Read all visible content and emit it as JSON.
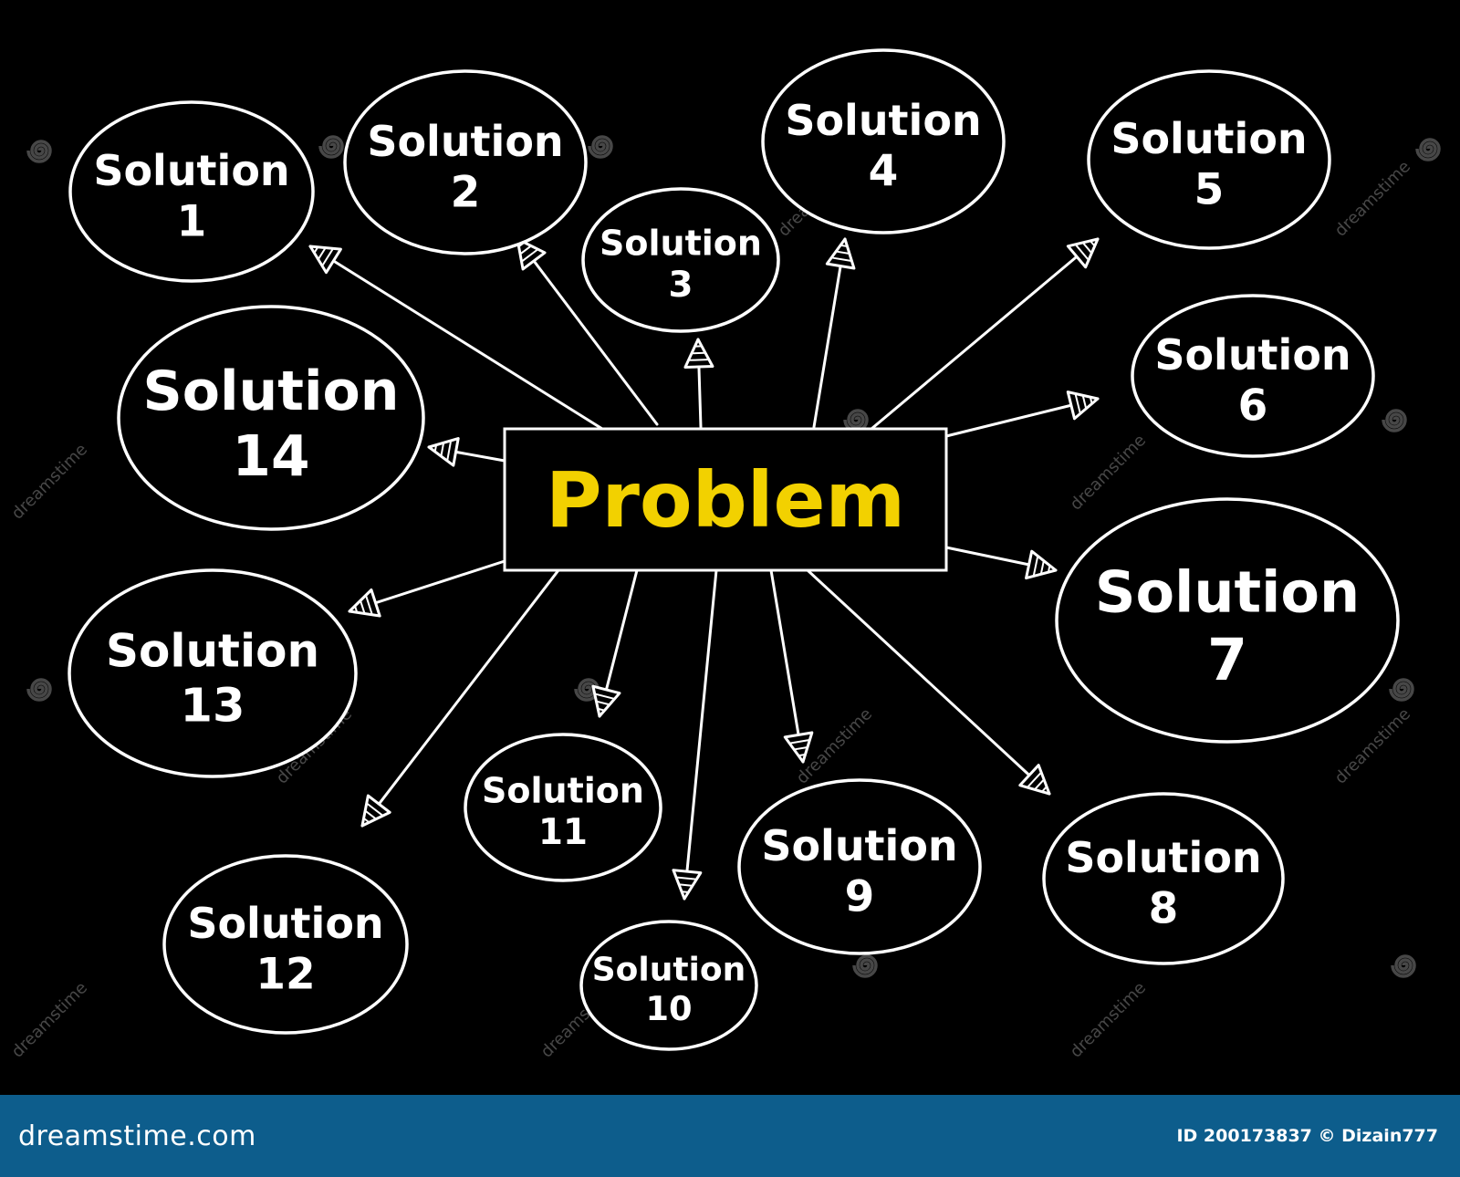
{
  "diagram": {
    "center": {
      "label": "Problem"
    },
    "nodes": [
      {
        "id": "s1",
        "line1": "Solution",
        "line2": "1"
      },
      {
        "id": "s2",
        "line1": "Solution",
        "line2": "2"
      },
      {
        "id": "s3",
        "line1": "Solution",
        "line2": "3"
      },
      {
        "id": "s4",
        "line1": "Solution",
        "line2": "4"
      },
      {
        "id": "s5",
        "line1": "Solution",
        "line2": "5"
      },
      {
        "id": "s6",
        "line1": "Solution",
        "line2": "6"
      },
      {
        "id": "s7",
        "line1": "Solution",
        "line2": "7"
      },
      {
        "id": "s8",
        "line1": "Solution",
        "line2": "8"
      },
      {
        "id": "s9",
        "line1": "Solution",
        "line2": "9"
      },
      {
        "id": "s10",
        "line1": "Solution",
        "line2": "10"
      },
      {
        "id": "s11",
        "line1": "Solution",
        "line2": "11"
      },
      {
        "id": "s12",
        "line1": "Solution",
        "line2": "12"
      },
      {
        "id": "s13",
        "line1": "Solution",
        "line2": "13"
      },
      {
        "id": "s14",
        "line1": "Solution",
        "line2": "14"
      }
    ],
    "colors": {
      "background": "#000000",
      "stroke": "#ffffff",
      "center_text": "#f2d100",
      "node_text": "#ffffff"
    }
  },
  "watermark": {
    "text": "dreamstime",
    "icon": "spiral-logo-icon"
  },
  "footer": {
    "brand": "dreamstime.com",
    "credit": "ID 200173837 © Dizain777",
    "background": "#0d5d8c"
  }
}
